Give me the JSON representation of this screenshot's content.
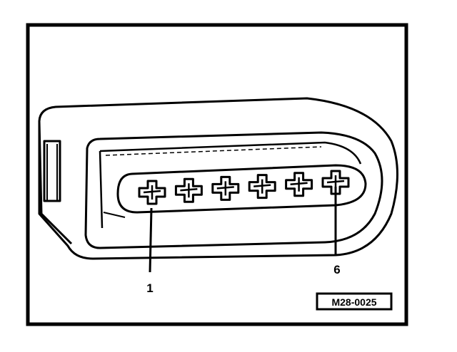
{
  "callouts": {
    "pin_first": "1",
    "pin_last": "6"
  },
  "figure_code": "M28-0025",
  "connector": {
    "pin_count": 6
  },
  "colors": {
    "ink": "#000000",
    "paper": "#ffffff"
  }
}
